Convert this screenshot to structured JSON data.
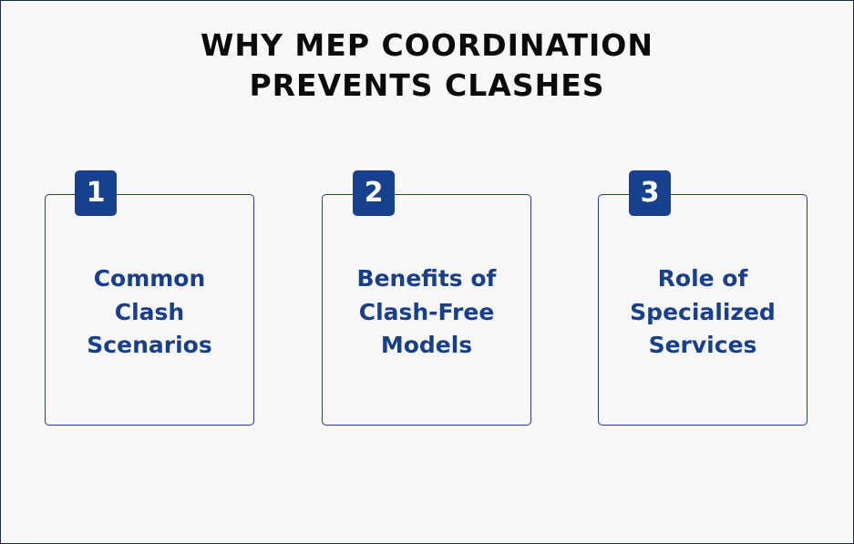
{
  "title": {
    "line1": "WHY MEP COORDINATION",
    "line2": "PREVENTS CLASHES"
  },
  "cards": [
    {
      "number": "1",
      "lines": [
        "Common",
        "Clash",
        "Scenarios"
      ]
    },
    {
      "number": "2",
      "lines": [
        "Benefits of",
        "Clash-Free",
        "Models"
      ]
    },
    {
      "number": "3",
      "lines": [
        "Role of",
        "Specialized",
        "Services"
      ]
    }
  ],
  "colors": {
    "background": "#f9f8f8",
    "accent": "#17408e",
    "title": "#0a0a0a",
    "border": "#1c2a4a"
  }
}
